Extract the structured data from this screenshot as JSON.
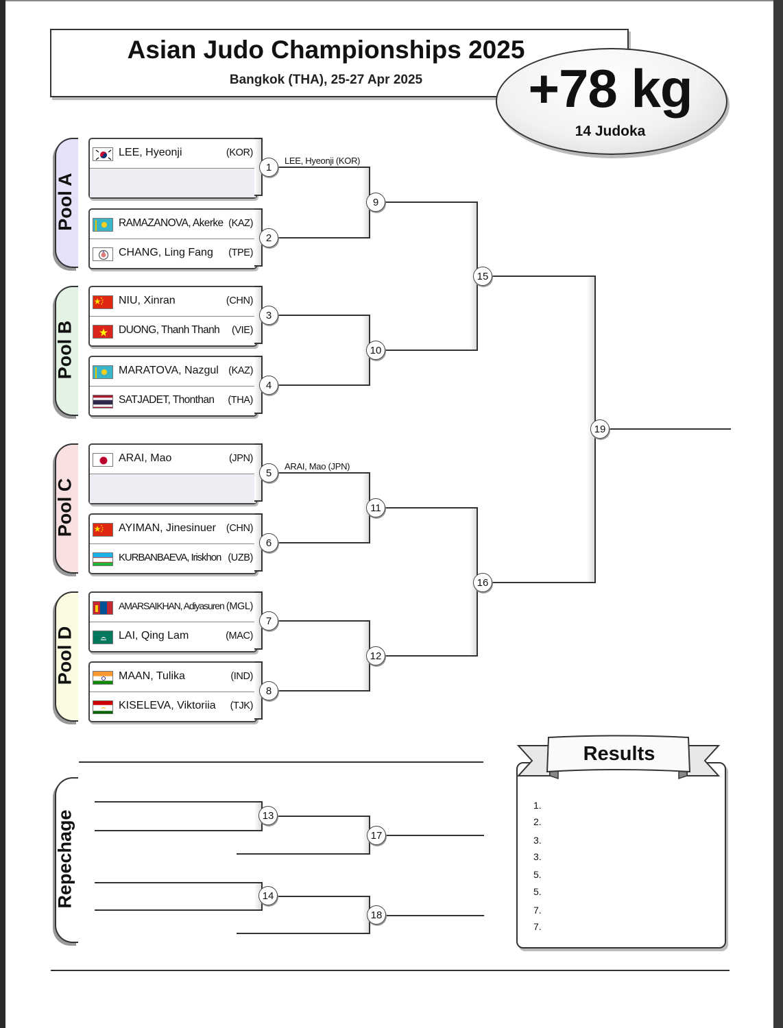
{
  "header": {
    "title": "Asian Judo Championships 2025",
    "subtitle": "Bangkok (THA), 25-27 Apr 2025",
    "weight": "+78 kg",
    "judoka_count": "14 Judoka"
  },
  "pools": [
    {
      "label": "Pool A",
      "color": "#e4e2f8"
    },
    {
      "label": "Pool B",
      "color": "#e3f3e3"
    },
    {
      "label": "Pool C",
      "color": "#f9e0e0"
    },
    {
      "label": "Pool D",
      "color": "#fafbe0"
    }
  ],
  "repechage_label": "Repechage",
  "competitors": [
    {
      "name": "LEE, Hyeonji",
      "country": "(KOR)",
      "flag": "kor-flag"
    },
    {
      "name": "RAMAZANOVA, Akerke",
      "country": "(KAZ)",
      "flag": "kaz-flag"
    },
    {
      "name": "CHANG, Ling Fang",
      "country": "(TPE)",
      "flag": "tpe-flag"
    },
    {
      "name": "NIU, Xinran",
      "country": "(CHN)",
      "flag": "chn-flag"
    },
    {
      "name": "DUONG, Thanh Thanh",
      "country": "(VIE)",
      "flag": "vie-flag"
    },
    {
      "name": "MARATOVA, Nazgul",
      "country": "(KAZ)",
      "flag": "kaz-flag"
    },
    {
      "name": "SATJADET, Thonthan",
      "country": "(THA)",
      "flag": "tha-flag"
    },
    {
      "name": "ARAI, Mao",
      "country": "(JPN)",
      "flag": "jpn-flag"
    },
    {
      "name": "AYIMAN, Jinesinuer",
      "country": "(CHN)",
      "flag": "chn-flag"
    },
    {
      "name": "KURBANBAEVA, Iriskhon",
      "country": "(UZB)",
      "flag": "uzb-flag"
    },
    {
      "name": "AMARSAIKHAN, Adiyasuren",
      "country": "(MGL)",
      "flag": "mgl-flag"
    },
    {
      "name": "LAI, Qing Lam",
      "country": "(MAC)",
      "flag": "mac-flag"
    },
    {
      "name": "MAAN, Tulika",
      "country": "(IND)",
      "flag": "ind-flag"
    },
    {
      "name": "KISELEVA, Viktoriia",
      "country": "(TJK)",
      "flag": "tjk-flag"
    }
  ],
  "advances": [
    {
      "contest": "1",
      "text": "LEE, Hyeonji  (KOR)"
    },
    {
      "contest": "5",
      "text": "ARAI, Mao  (JPN)"
    }
  ],
  "contests": [
    "1",
    "2",
    "3",
    "4",
    "5",
    "6",
    "7",
    "8",
    "9",
    "10",
    "11",
    "12",
    "13",
    "14",
    "15",
    "16",
    "17",
    "18",
    "19"
  ],
  "results": {
    "title": "Results",
    "ranks": [
      "1.",
      "2.",
      "3.",
      "3.",
      "5.",
      "5.",
      "7.",
      "7."
    ]
  }
}
